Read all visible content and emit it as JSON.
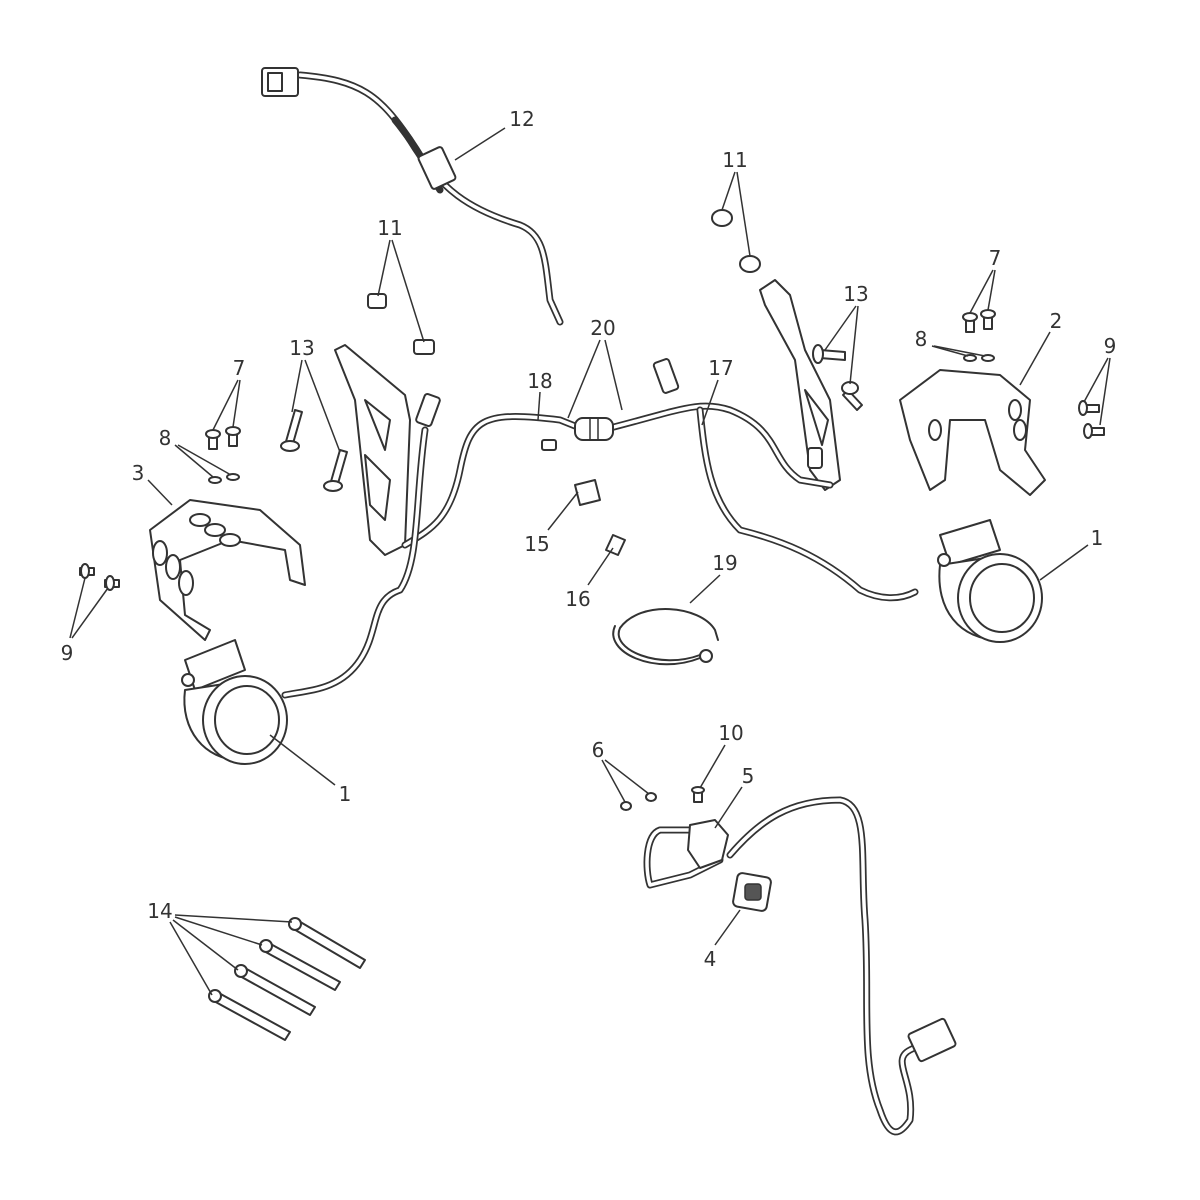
{
  "diagram": {
    "type": "exploded-parts-diagram",
    "callouts": {
      "c12": "12",
      "c11a": "11",
      "c11b": "11",
      "c13a": "13",
      "c13b": "13",
      "c7a": "7",
      "c7b": "7",
      "c8a": "8",
      "c8b": "8",
      "c3": "3",
      "c2": "2",
      "c9a": "9",
      "c9b": "9",
      "c18": "18",
      "c20": "20",
      "c17": "17",
      "c15": "15",
      "c16": "16",
      "c19": "19",
      "c1a": "1",
      "c1b": "1",
      "c10": "10",
      "c6": "6",
      "c5": "5",
      "c4": "4",
      "c14": "14"
    }
  }
}
